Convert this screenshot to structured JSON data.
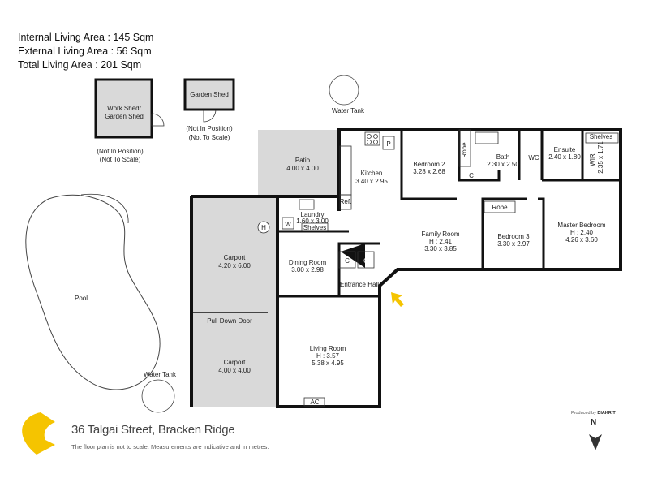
{
  "areas": {
    "internal": "Internal Living Area : 145 Sqm",
    "external": "External Living Area : 56 Sqm",
    "total": "Total Living Area : 201 Sqm"
  },
  "outbuildings": {
    "work_shed_line1": "Work Shed/",
    "work_shed_line2": "Garden Shed",
    "work_shed_note1": "(Not In Position)",
    "work_shed_note2": "(Not To Scale)",
    "garden_shed": "Garden Shed",
    "garden_shed_note1": "(Not In Position)",
    "garden_shed_note2": "(Not To Scale)",
    "water_tank_top": "Water Tank",
    "water_tank_bottom": "Water Tank",
    "pool": "Pool"
  },
  "rooms": {
    "patio": {
      "name": "Patio",
      "size": "4.00 x 4.00"
    },
    "kitchen": {
      "name": "Kitchen",
      "size": "3.40 x 2.95"
    },
    "pantry": "P",
    "fridge": "Ref.",
    "bedroom2": {
      "name": "Bedroom 2",
      "size": "3.28 x 2.68"
    },
    "robe1": "Robe",
    "bath": {
      "name": "Bath",
      "size": "2.30 x 2.50"
    },
    "wc": "WC",
    "ensuite": {
      "name": "Ensuite",
      "size": "2.40 x 1.80"
    },
    "wir": {
      "name": "WIR",
      "size": "2.35 x 1.71"
    },
    "shelves_wir": "Shelves",
    "linen": "C",
    "laundry": {
      "name": "Laundry",
      "size": "1.60 x 3.00"
    },
    "washer": "W",
    "shelves_laundry": "Shelves",
    "hws": "H",
    "carport1": {
      "name": "Carport",
      "size": "4.20 x 6.00"
    },
    "pull_down_door": "Pull Down Door",
    "carport2": {
      "name": "Carport",
      "size": "4.00 x 4.00"
    },
    "family": {
      "name": "Family Room",
      "height": "H : 2.41",
      "size": "3.30 x 3.85"
    },
    "bedroom3": {
      "name": "Bedroom 3",
      "size": "3.30 x 2.97"
    },
    "robe2": "Robe",
    "master": {
      "name": "Master Bedroom",
      "height": "H : 2.40",
      "size": "4.26 x 3.60"
    },
    "dining": {
      "name": "Dining Room",
      "size": "3.00 x 2.98"
    },
    "closet1": "C",
    "closet2": "C",
    "entrance": "Entrance Hall",
    "living": {
      "name": "Living Room",
      "height": "H : 3.57",
      "size": "5.38 x 4.95"
    },
    "ac": "AC"
  },
  "footer": {
    "address": "36 Talgai Street, Bracken Ridge",
    "disclaimer": "The floor plan is not to scale. Measurements are indicative and in metres.",
    "produced_by": "Produced by",
    "brand": "DIAKRIT",
    "north": "N"
  },
  "colors": {
    "accent": "#f5c400",
    "wall": "#111111",
    "outdoor": "#d9d9d9"
  }
}
